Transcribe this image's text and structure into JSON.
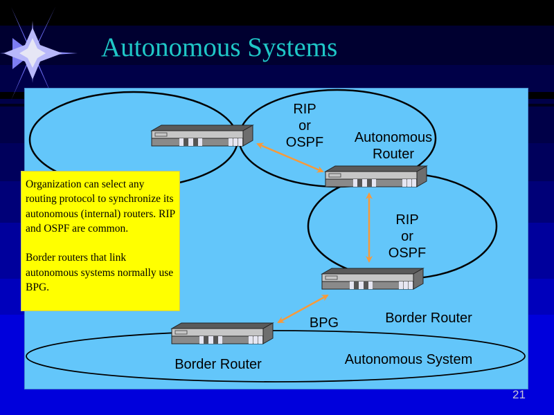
{
  "slide": {
    "title": "Autonomous Systems",
    "page_number": "21"
  },
  "colors": {
    "title": "#1fc7c7",
    "panel_background": "#63c6fa",
    "note_background": "#ffff00",
    "arrow": "#f79a3a"
  },
  "labels": {
    "top_protocol": "RIP\nor\nOSPF",
    "autonomous_router": "Autonomous\nRouter",
    "middle_protocol": "RIP\nor\nOSPF",
    "bpg": "BPG",
    "border_router_right": "Border Router",
    "border_router_left": "Border Router",
    "autonomous_system": "Autonomous System"
  },
  "note": {
    "paragraphs": [
      "Organization can select any routing protocol to synchronize its autonomous (internal) routers.  RIP and OSPF are common.",
      "Border routers that link autonomous systems normally use BPG."
    ]
  },
  "routers": [
    {
      "name": "router-top-left"
    },
    {
      "name": "autonomous-router"
    },
    {
      "name": "border-router-right"
    },
    {
      "name": "border-router-left"
    }
  ]
}
